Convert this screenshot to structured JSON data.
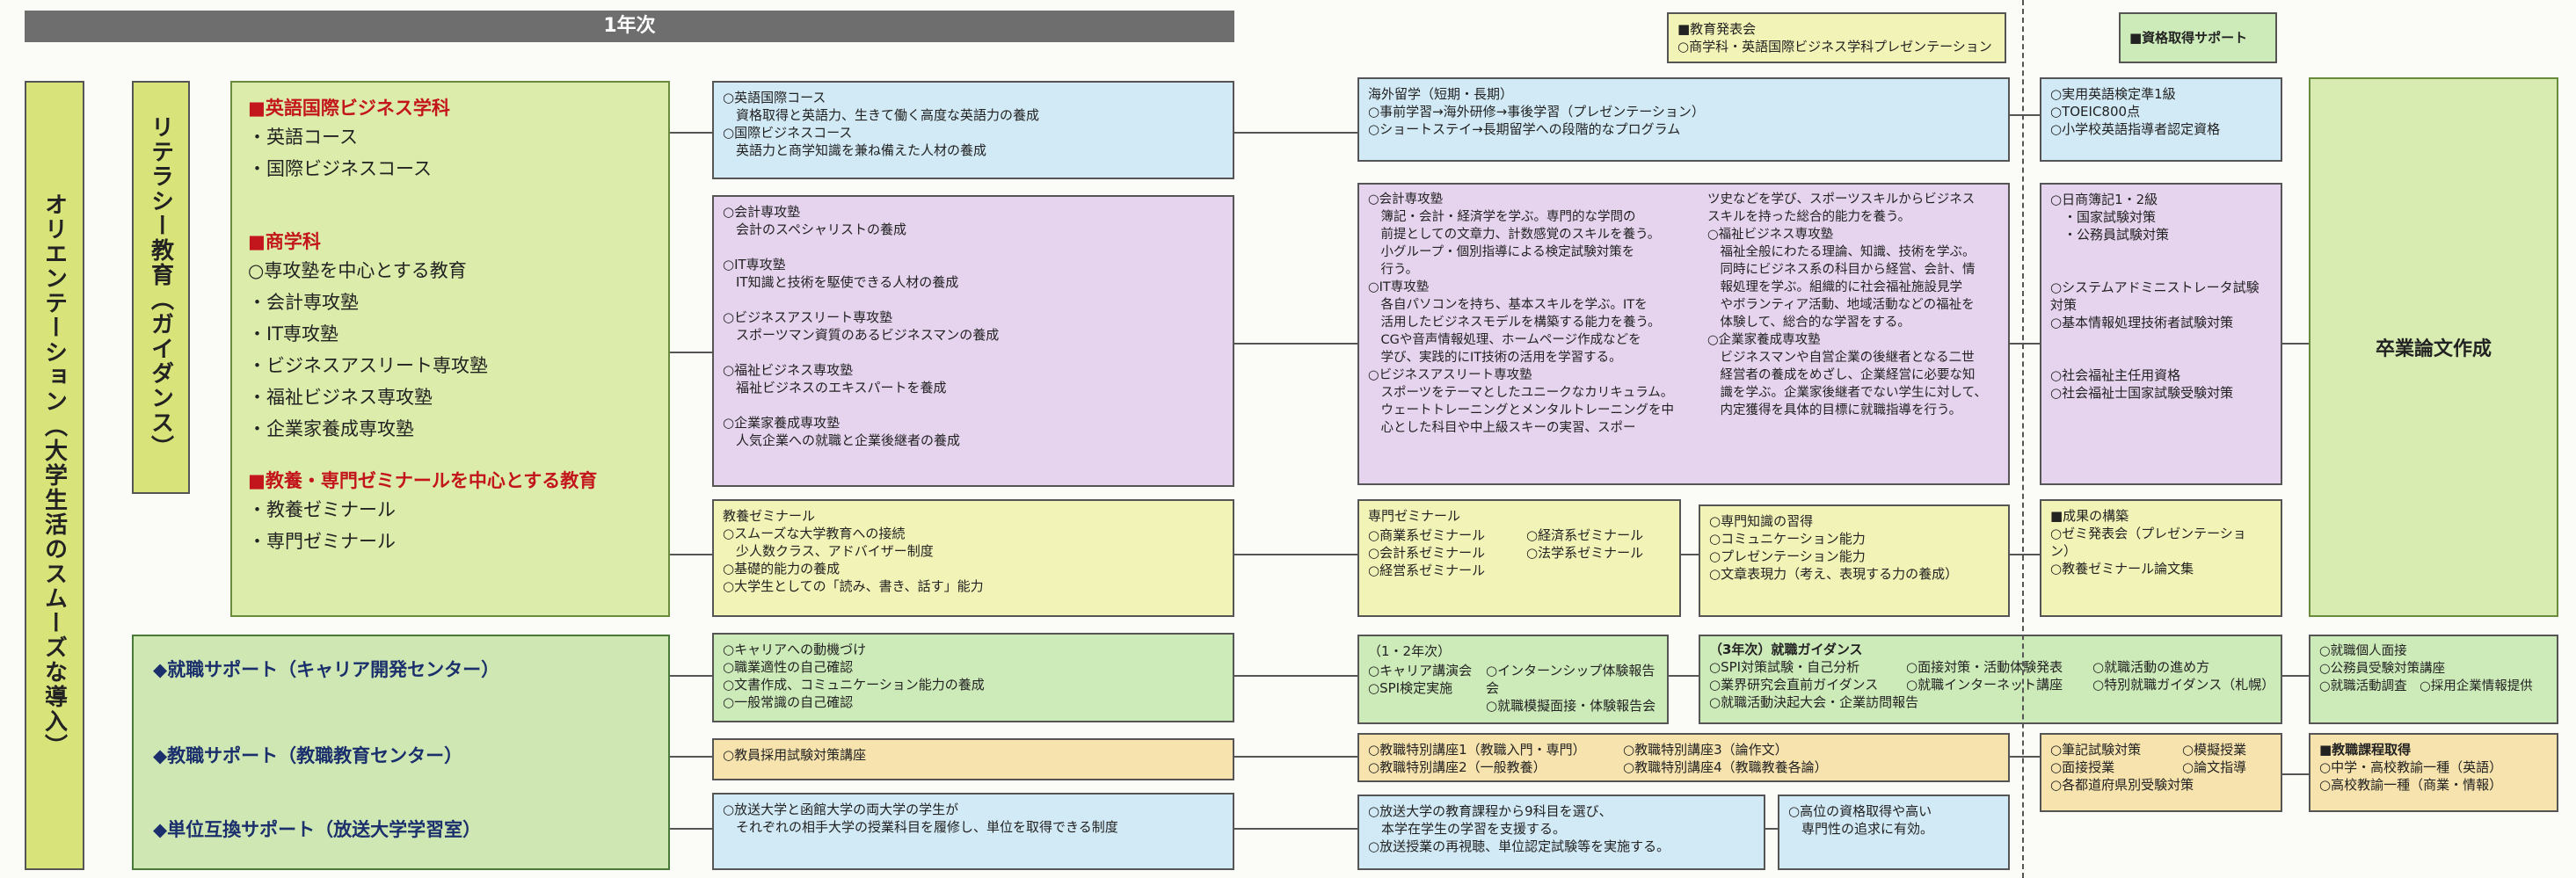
{
  "header": {
    "year": "1年次"
  },
  "left": {
    "orientation": "オリエンテーション（大学生活のスムーズな導入）",
    "literacy": "リテラシー教育（ガイダンス）"
  },
  "departments": {
    "eigo": {
      "title": "■英語国際ビジネス学科",
      "items": [
        "・英語コース",
        "・国際ビジネスコース"
      ]
    },
    "shogaku": {
      "title": "■商学科",
      "items": [
        "○専攻塾を中心とする教育",
        "・会計専攻塾",
        "・IT専攻塾",
        "・ビジネスアスリート専攻塾",
        "・福祉ビジネス専攻塾",
        "・企業家養成専攻塾"
      ]
    },
    "kyoyo": {
      "title": "■教養・専門ゼミナールを中心とする教育",
      "items": [
        "・教養ゼミナール",
        "・専門ゼミナール"
      ]
    }
  },
  "support": {
    "shushoku": "◆就職サポート（キャリア開発センター）",
    "kyoshoku": "◆教職サポート（教職教育センター）",
    "tani": "◆単位互換サポート（放送大学学習室）"
  },
  "col2": {
    "english": "○英語国際コース\n　資格取得と英語力、生きて働く高度な英語力の養成\n○国際ビジネスコース\n　英語力と商学知識を兼ね備えた人材の養成",
    "senko": "○会計専攻塾\n　会計のスペシャリストの養成\n\n○IT専攻塾\n　IT知識と技術を駆使できる人材の養成\n\n○ビジネスアスリート専攻塾\n　スポーツマン資質のあるビジネスマンの養成\n\n○福祉ビジネス専攻塾\n　福祉ビジネスのエキスパートを養成\n\n○企業家養成専攻塾\n　人気企業への就職と企業後継者の養成",
    "kyoyo_semi": "教養ゼミナール\n○スムーズな大学教育への接続\n　少人数クラス、アドバイザー制度\n○基礎的能力の養成\n○大学生としての「読み、書き、話す」能力",
    "career": "○キャリアへの動機づけ\n○職業適性の自己確認\n○文書作成、コミュニケーション能力の養成\n○一般常識の自己確認",
    "kyoin": "○教員採用試験対策講座",
    "hoso": "○放送大学と函館大学の両大学の学生が\n　それぞれの相手大学の授業科目を履修し、単位を取得できる制度"
  },
  "col3": {
    "presentation": "■教育発表会\n○商学科・英語国際ビジネス学科プレゼンテーション",
    "kaigai": "海外留学（短期・長期）\n○事前学習→海外研修→事後学習（プレゼンテーション）\n○ショートステイ→長期留学への段階的なプログラム",
    "senko_left": "○会計専攻塾\n　簿記・会計・経済学を学ぶ。専門的な学問の\n　前提としての文章力、計数感覚のスキルを養う。\n　小グループ・個別指導による検定試験対策を\n　行う。\n○IT専攻塾\n　各自パソコンを持ち、基本スキルを学ぶ。ITを\n　活用したビジネスモデルを構築する能力を養う。\n　CGや音声情報処理、ホームページ作成などを\n　学び、実践的にIT技術の活用を学習する。\n○ビジネスアスリート専攻塾\n　スポーツをテーマとしたユニークなカリキュラム。\n　ウェートトレーニングとメンタルトレーニングを中\n　心とした科目や中上級スキーの実習、スポー",
    "senko_right": "ツ史などを学び、スポーツスキルからビジネス\nスキルを持った総合的能力を養う。\n○福祉ビジネス専攻塾\n　福祉全般にわたる理論、知識、技術を学ぶ。\n　同時にビジネス系の科目から経営、会計、情\n　報処理を学ぶ。組織的に社会福祉施設見学\n　やボランティア活動、地域活動などの福祉を\n　体験して、総合的な学習をする。\n○企業家養成専攻塾\n　ビジネスマンや自営企業の後継者となる二世\n　経営者の養成をめざし、企業経営に必要な知\n　識を学ぶ。企業家後継者でない学生に対して、\n　内定獲得を具体的目標に就職指導を行う。",
    "senmon_semi_title": "専門ゼミナール",
    "senmon_semi_l": "○商業系ゼミナール\n○会計系ゼミナール\n○経営系ゼミナール",
    "senmon_semi_r": "○経済系ゼミナール\n○法学系ゼミナール",
    "skills": "○専門知識の習得\n○コミュニケーション能力\n○プレゼンテーション能力\n○文章表現力（考え、表現する力の養成）",
    "nen12_title": "（1・2年次）",
    "nen12_l": "○キャリア講演会\n○SPI検定実施",
    "nen12_r": "○インターンシップ体験報告会\n○就職模擬面接・体験報告会",
    "nen3_title": "（3年次）就職ガイダンス",
    "nen3_a": "○SPI対策試験・自己分析\n○業界研究会直前ガイダンス\n○就職活動決起大会・企業訪問報告",
    "nen3_b": "○面接対策・活動体験発表\n○就職インターネット講座",
    "nen3_c": "○就職活動の進め方\n○特別就職ガイダンス（札幌）",
    "kyoshoku_l": "○教職特別講座1（教職入門・専門）\n○教職特別講座2（一般教養）",
    "kyoshoku_r": "○教職特別講座3（論作文）\n○教職特別講座4（教職教養各論）",
    "hoso_l": "○放送大学の教育課程から9科目を選び、\n　本学在学生の学習を支援する。\n○放送授業の再視聴、単位認定試験等を実施する。",
    "hoso_r": "○高位の資格取得や高い\n　専門性の追求に有効。"
  },
  "col4": {
    "shikaku_title": "■資格取得サポート",
    "shikaku_eng": "○実用英語検定準1級\n○TOEIC800点\n○小学校英語指導者認定資格",
    "shikaku_biz": "○日商簿記1・2級\n　・国家試験対策\n　・公務員試験対策\n\n\n○システムアドミニストレータ試験対策\n○基本情報処理技術者試験対策\n\n\n○社会福祉主任用資格\n○社会福祉士国家試験受験対策",
    "seika": "■成果の構築\n○ゼミ発表会（プレゼンテーション）\n○教養ゼミナール論文集",
    "kyoshoku_l": "○筆記試験対策\n○面接授業\n○各都道府県別受験対策",
    "kyoshoku_r": "○模擬授業\n○論文指導"
  },
  "col5": {
    "sotsuron": "卒業論文作成",
    "shushoku": "○就職個人面接\n○公務員受験対策講座\n○就職活動調査　○採用企業情報提供",
    "kyoin_title": "■教職課程取得",
    "kyoin": "○中学・高校教諭一種（英語）\n○高校教諭一種（商業・情報）"
  }
}
